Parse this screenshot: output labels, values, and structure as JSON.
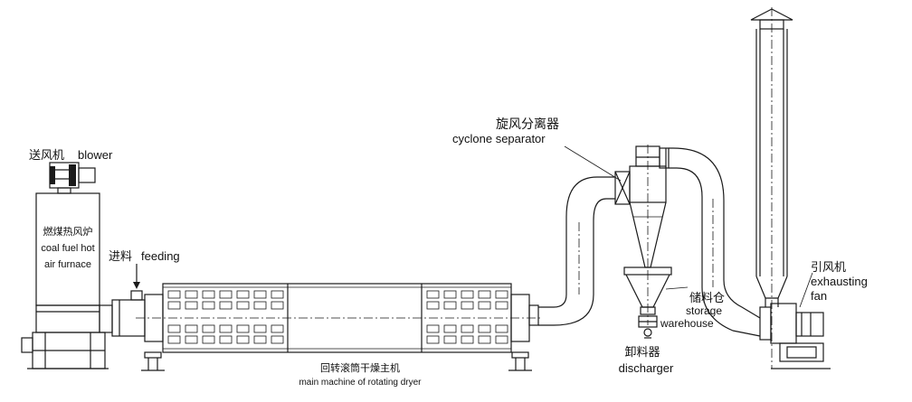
{
  "labels": {
    "blower_zh": "送风机",
    "blower_en": "blower",
    "furnace_zh": "燃煤热风炉",
    "furnace_en1": "coal fuel hot",
    "furnace_en2": "air furnace",
    "feeding_zh": "进料",
    "feeding_en": "feeding",
    "dryer_zh": "回转滚筒干燥主机",
    "dryer_en": "main machine of rotating dryer",
    "cyclone_zh": "旋风分离器",
    "cyclone_en": "cyclone separator",
    "storage_zh": "储料仓",
    "storage_en1": "storage",
    "storage_en2": "warehouse",
    "discharger_zh": "卸料器",
    "discharger_en": "discharger",
    "fan_zh": "引风机",
    "fan_en1": "exhausting",
    "fan_en2": "fan"
  },
  "colors": {
    "line": "#1a1a1a",
    "background": "#ffffff"
  }
}
